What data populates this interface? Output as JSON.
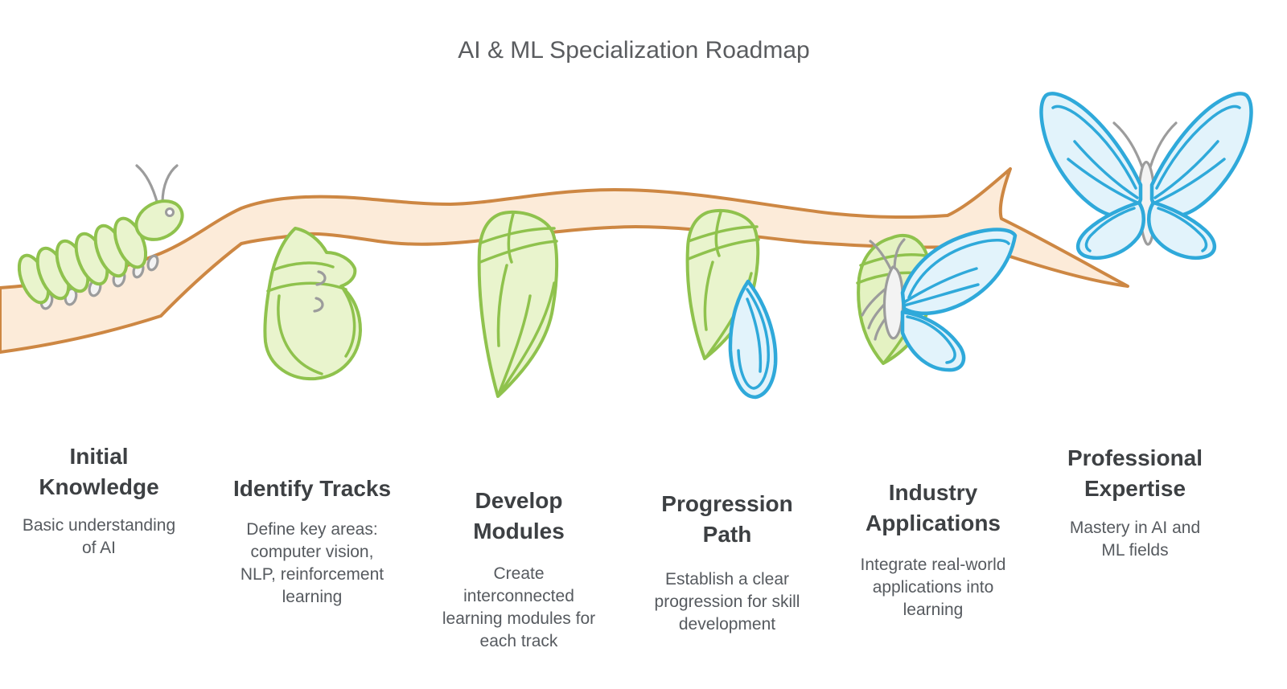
{
  "title": "AI & ML Specialization Roadmap",
  "stages": [
    {
      "heading": "Initial\nKnowledge",
      "description": "Basic understanding\nof AI",
      "illustration": "caterpillar-on-branch"
    },
    {
      "heading": "Identify Tracks",
      "description": "Define key areas:\ncomputer vision,\nNLP, reinforcement\nlearning",
      "illustration": "curling-caterpillar-chrysalis"
    },
    {
      "heading": "Develop\nModules",
      "description": "Create\ninterconnected\nlearning modules for\neach track",
      "illustration": "hanging-chrysalis"
    },
    {
      "heading": "Progression\nPath",
      "description": "Establish a clear\nprogression for skill\ndevelopment",
      "illustration": "chrysalis-wing-emerging"
    },
    {
      "heading": "Industry\nApplications",
      "description": "Integrate real-world\napplications into\nlearning",
      "illustration": "butterfly-emerging-from-chrysalis"
    },
    {
      "heading": "Professional\nExpertise",
      "description": "Mastery in AI and\nML fields",
      "illustration": "butterfly-in-flight"
    }
  ],
  "colors": {
    "green_stroke": "#8fc24d",
    "green_fill": "#e9f4cd",
    "branch_stroke": "#cd8743",
    "branch_fill": "#fcebd9",
    "blue_stroke": "#2fa9da",
    "blue_fill": "#e2f3fb",
    "gray": "#9c9c9c",
    "title_color": "#5a5c5f",
    "heading_color": "#3d4043",
    "desc_color": "#565a5f"
  }
}
